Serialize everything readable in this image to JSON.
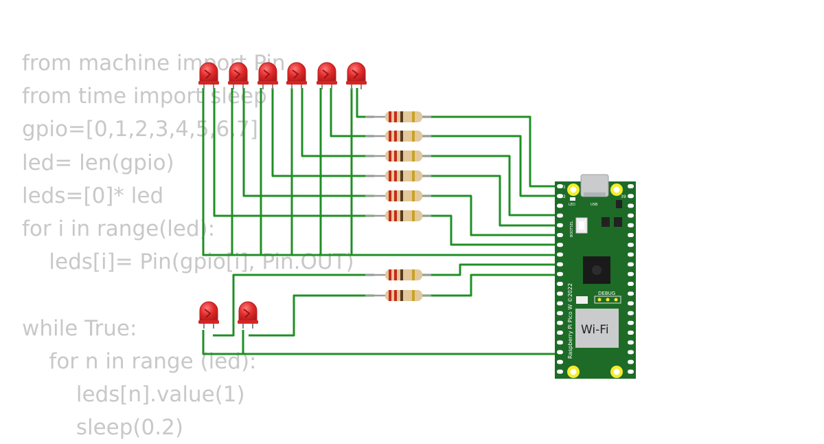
{
  "code_lines": [
    "from machine import Pin",
    "from time import sleep",
    "gpio=[0,1,2,3,4,5,6,7]",
    "led= len(gpio)",
    "leds=[0]* led",
    "for i in range(led):",
    "    leds[i]= Pin(gpio[i], Pin.OUT)",
    "",
    "while True:",
    "    for n in range (led):",
    "        leds[n].value(1)",
    "        sleep(0.2)"
  ],
  "board": {
    "wifi_label": "Wi-Fi",
    "model_label": "Raspberry Pi Pico W ©2022",
    "debug_label": "DEBUG",
    "bootsel_label": "BOOTSEL",
    "led_label": "LED",
    "usb_label": "USB",
    "pin1_label": "1",
    "pin2_label": "2",
    "pin39_label": "39"
  },
  "colors": {
    "wire": "#1f8f24",
    "board": "#1d6b27",
    "led": "#e02b2b",
    "resistor": "#e2c89a",
    "code_text": "#c8c8c8"
  },
  "components": {
    "led_count": 8,
    "resistor_count": 8
  }
}
